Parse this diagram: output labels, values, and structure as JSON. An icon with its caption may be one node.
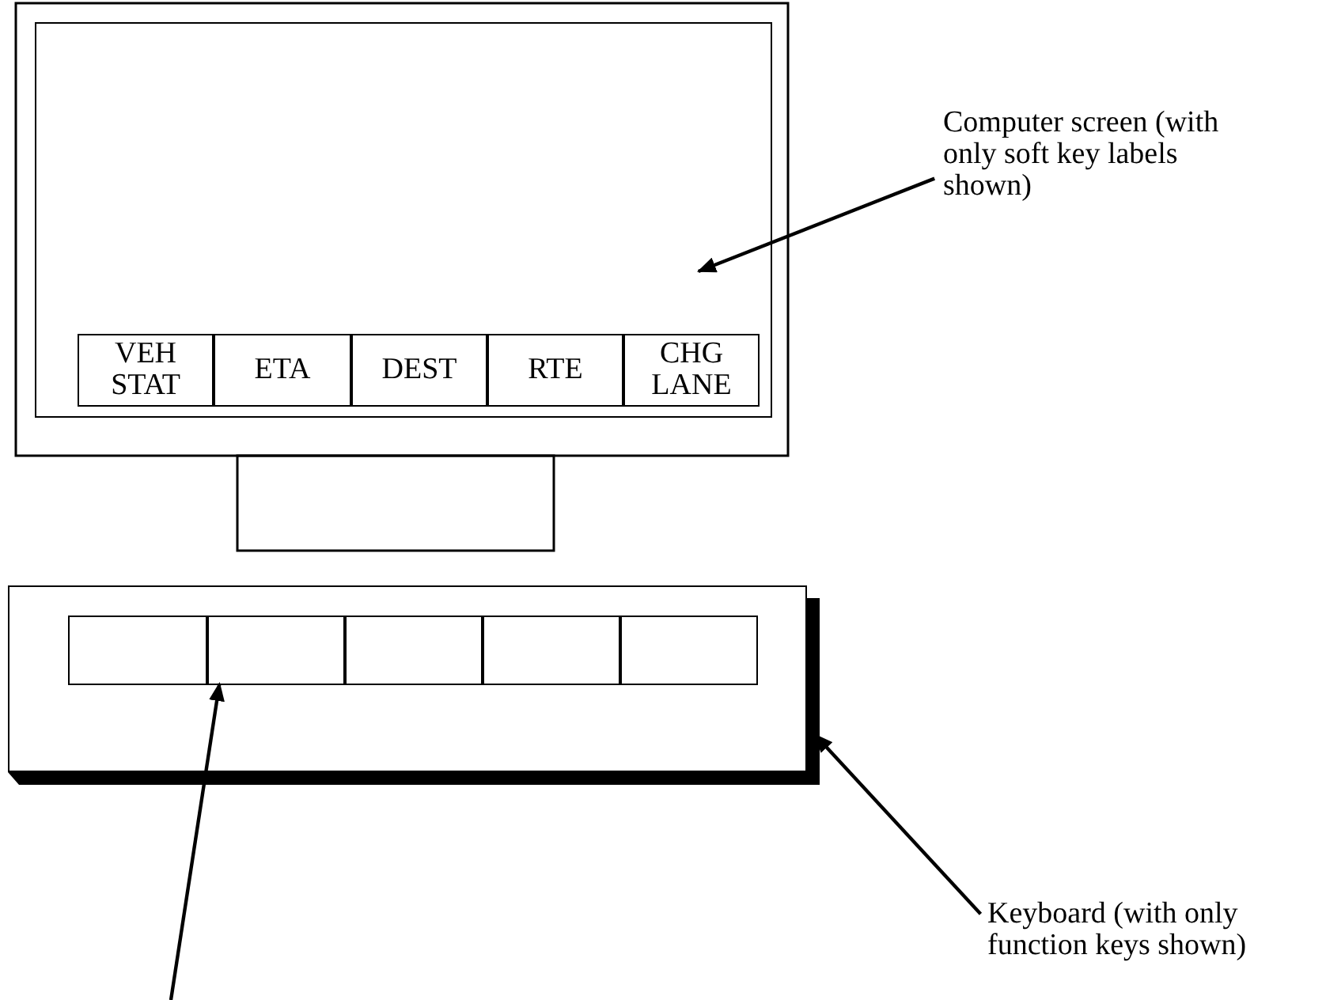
{
  "diagram": {
    "nodes": [
      {
        "text": [
          "Computer screen (with only soft key labels shown)"
        ]
      },
      {
        "text": [],
        "shape": "box"
      },
      {
        "text": [
          "VEH STAT"
        ],
        "in": 1
      },
      {
        "text": [
          "ETA"
        ],
        "in": 1
      },
      {
        "text": [
          "DEST"
        ],
        "in": 1
      },
      {
        "text": [
          "RTE"
        ],
        "in": 1
      },
      {
        "text": [
          "CHG LANE"
        ],
        "in": 1
      },
      {
        "text": [
          "Keyboard (with only function keys shown)"
        ]
      },
      {
        "text": [],
        "shape": "box"
      },
      {
        "text": [],
        "shape": "box",
        "in": 8
      },
      {
        "text": [],
        "shape": "box",
        "in": 8
      },
      {
        "text": [],
        "shape": "box",
        "in": 8
      },
      {
        "text": [],
        "shape": "box",
        "in": 8
      },
      {
        "text": [],
        "shape": "box",
        "in": 8
      }
    ],
    "edges": [
      {
        "from": 0,
        "to": 1,
        "arrow": "to"
      },
      {
        "from": 7,
        "to": 8,
        "arrow": "to"
      },
      {
        "from": null,
        "to": 10,
        "arrow": "to"
      }
    ]
  }
}
